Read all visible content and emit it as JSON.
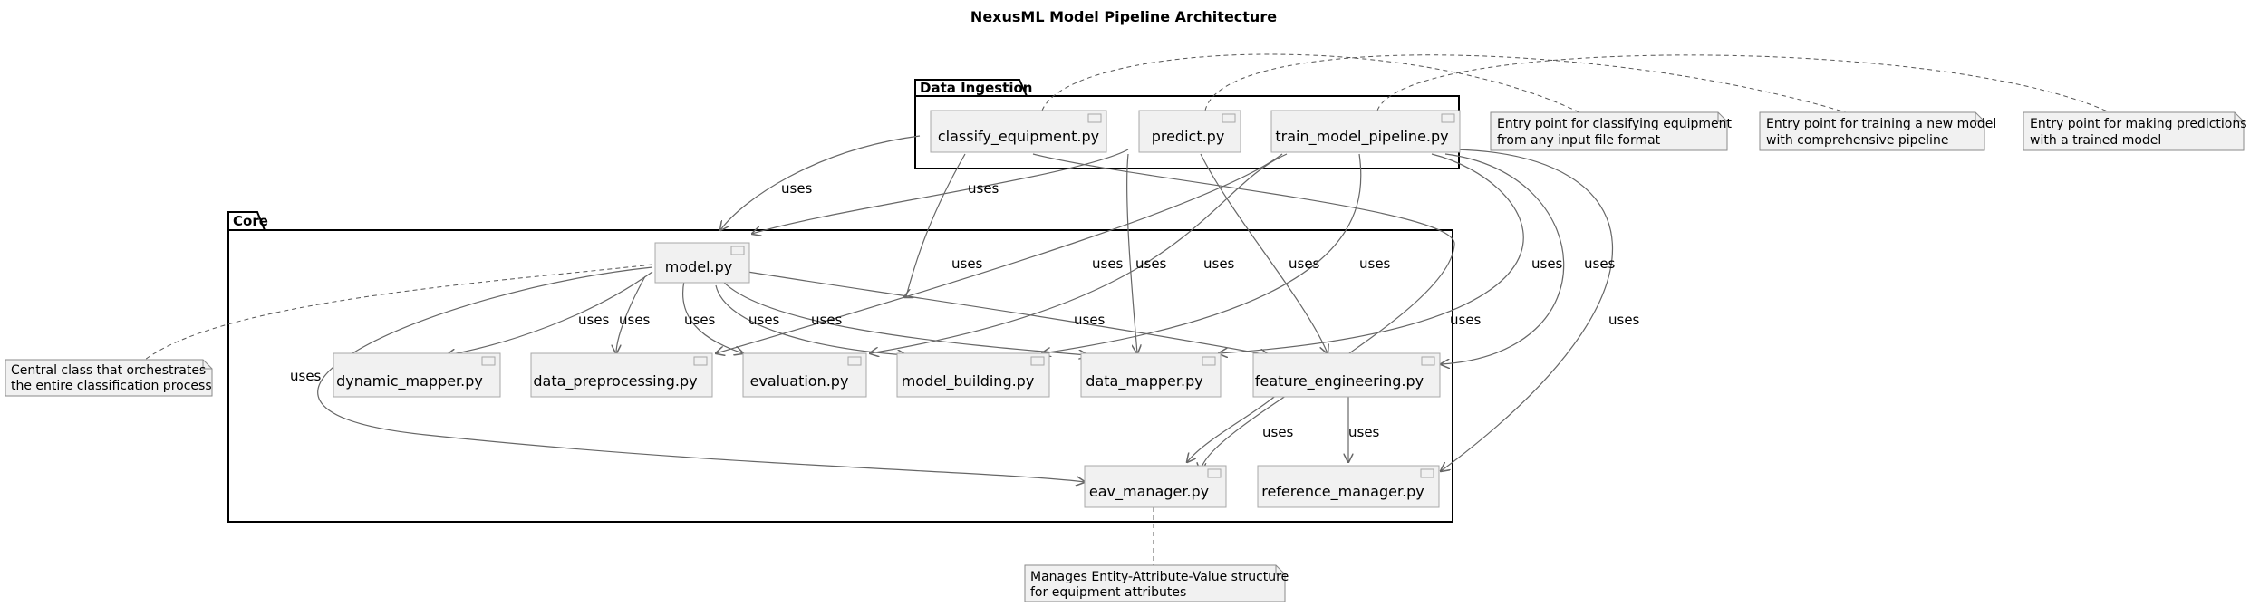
{
  "title": "NexusML Model Pipeline Architecture",
  "packages": {
    "ingestion": "Data Ingestion",
    "core": "Core"
  },
  "components": {
    "classify": "classify_equipment.py",
    "predict": "predict.py",
    "train": "train_model_pipeline.py",
    "model": "model.py",
    "dynamic_mapper": "dynamic_mapper.py",
    "data_preprocessing": "data_preprocessing.py",
    "evaluation": "evaluation.py",
    "model_building": "model_building.py",
    "data_mapper": "data_mapper.py",
    "feature_engineering": "feature_engineering.py",
    "eav_manager": "eav_manager.py",
    "reference_manager": "reference_manager.py"
  },
  "edge_label": "uses",
  "notes": {
    "classify_note": [
      "Entry point for classifying equipment",
      "from any input file format"
    ],
    "train_note": [
      "Entry point for training a new model",
      "with comprehensive pipeline"
    ],
    "predict_note": [
      "Entry point for making predictions",
      "with a trained model"
    ],
    "model_note": [
      "Central class that orchestrates",
      "the entire classification process"
    ],
    "eav_note": [
      "Manages Entity-Attribute-Value structure",
      "for equipment attributes"
    ]
  },
  "colors": {
    "component_fill": "#f1f1f1",
    "component_border": "#a8a8a8",
    "package_border": "#000000",
    "edge": "#666666",
    "note_fill": "#f1f1f1"
  }
}
